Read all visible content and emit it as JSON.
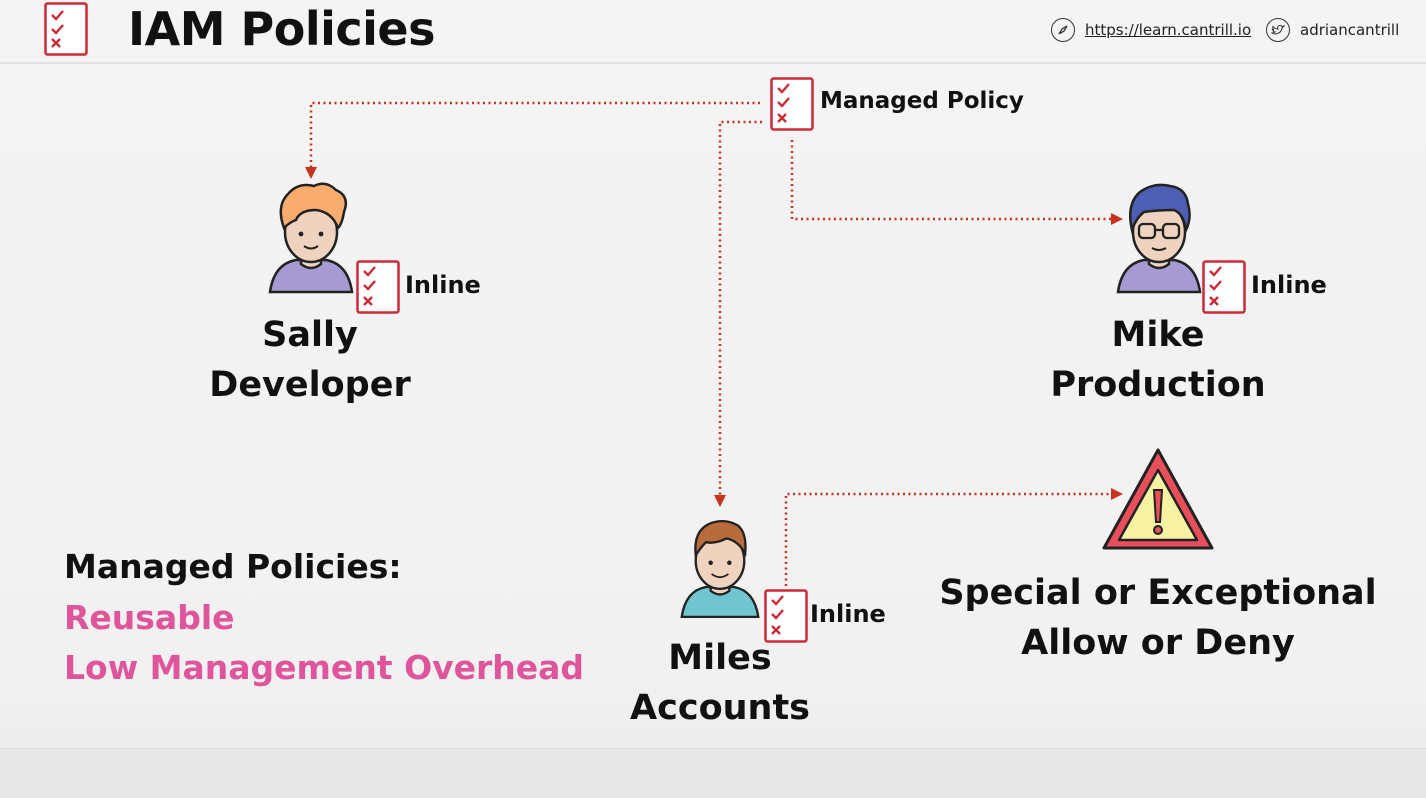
{
  "header": {
    "title": "IAM Policies",
    "website": "https://learn.cantrill.io",
    "twitter": "adriancantrill"
  },
  "managed_policy": {
    "label": "Managed Policy"
  },
  "users": [
    {
      "first": "Sally",
      "last": "Developer",
      "policy_label": "Inline"
    },
    {
      "first": "Mike",
      "last": "Production",
      "policy_label": "Inline"
    },
    {
      "first": "Miles",
      "last": "Accounts",
      "policy_label": "Inline"
    }
  ],
  "exception": {
    "line1": "Special or Exceptional",
    "line2": "Allow or Deny"
  },
  "summary": {
    "heading": "Managed Policies:",
    "point1": "Reusable",
    "point2": "Low Management Overhead"
  },
  "colors": {
    "policy_red": "#cc2a36",
    "wire": "#c8321e",
    "accent_pink": "#e0549c"
  }
}
